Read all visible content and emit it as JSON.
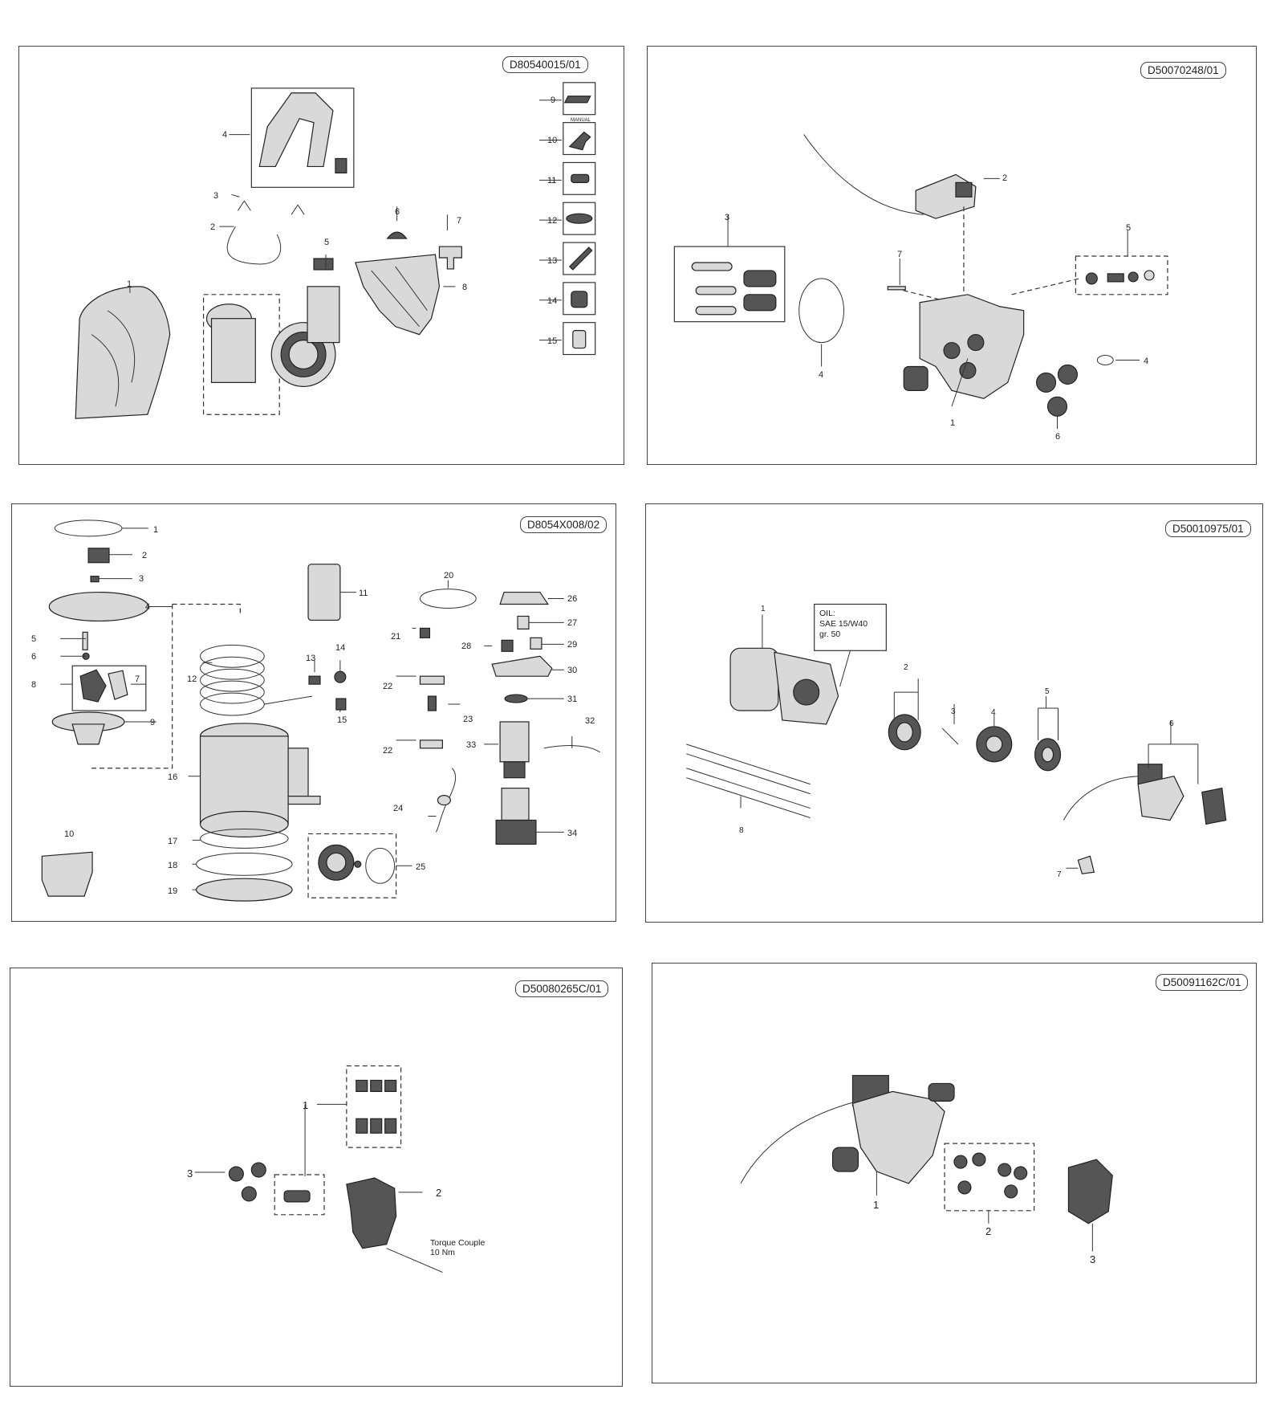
{
  "panels": [
    {
      "code": "D80540015/01",
      "labels": [
        "1",
        "2",
        "3",
        "4",
        "5",
        "6",
        "7",
        "8",
        "9",
        "10",
        "11",
        "12",
        "13",
        "14",
        "15"
      ],
      "manual_label": "MANUAL"
    },
    {
      "code": "D50070248/01",
      "labels": [
        "1",
        "2",
        "3",
        "4",
        "4",
        "5",
        "6",
        "7"
      ]
    },
    {
      "code": "D8054X008/02",
      "labels": [
        "1",
        "2",
        "3",
        "4",
        "5",
        "6",
        "7",
        "8",
        "9",
        "10",
        "11",
        "12",
        "13",
        "14",
        "15",
        "16",
        "17",
        "18",
        "19",
        "20",
        "21",
        "22",
        "22",
        "23",
        "24",
        "25",
        "26",
        "27",
        "28",
        "29",
        "30",
        "31",
        "32",
        "33",
        "34"
      ]
    },
    {
      "code": "D50010975/01",
      "labels": [
        "1",
        "2",
        "3",
        "4",
        "5",
        "6",
        "7",
        "8"
      ],
      "oil_note": [
        "OIL:",
        "SAE 15/W40",
        "gr. 50"
      ]
    },
    {
      "code": "D50080265C/01",
      "labels": [
        "1",
        "2",
        "3"
      ],
      "torque_note": [
        "Torque Couple",
        "10 Nm"
      ]
    },
    {
      "code": "D50091162C/01",
      "labels": [
        "1",
        "2",
        "3"
      ]
    }
  ]
}
